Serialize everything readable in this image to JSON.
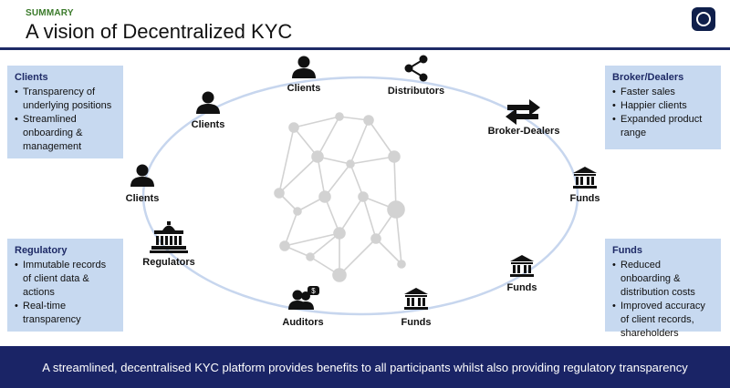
{
  "header": {
    "kicker": "SUMMARY",
    "title": "A vision of Decentralized KYC"
  },
  "boxes": {
    "clients": {
      "title": "Clients",
      "items": [
        "Transparency of underlying positions",
        "Streamlined onboarding & management"
      ]
    },
    "regulatory": {
      "title": "Regulatory",
      "items": [
        "Immutable records of client data & actions",
        "Real-time transparency"
      ]
    },
    "brokers": {
      "title": "Broker/Dealers",
      "items": [
        "Faster sales",
        "Happier clients",
        "Expanded product range"
      ]
    },
    "funds": {
      "title": "Funds",
      "items": [
        "Reduced onboarding & distribution costs",
        "Improved accuracy of client records, shareholders"
      ]
    }
  },
  "nodes": {
    "clients_top": "Clients",
    "distributors": "Distributors",
    "clients_mid": "Clients",
    "broker_dealers": "Broker-Dealers",
    "clients_left": "Clients",
    "funds_right": "Funds",
    "regulators": "Regulators",
    "funds_lower_right": "Funds",
    "auditors": "Auditors",
    "funds_bottom": "Funds"
  },
  "footer": {
    "text": "A streamlined, decentralised KYC platform provides benefits to all participants whilst also providing regulatory transparency"
  },
  "colors": {
    "navy": "#1a2466",
    "box": "#c7d9f0",
    "ellipse": "#c7d6ee",
    "network": "#cfcfcf",
    "kicker": "#3a7a2a"
  }
}
